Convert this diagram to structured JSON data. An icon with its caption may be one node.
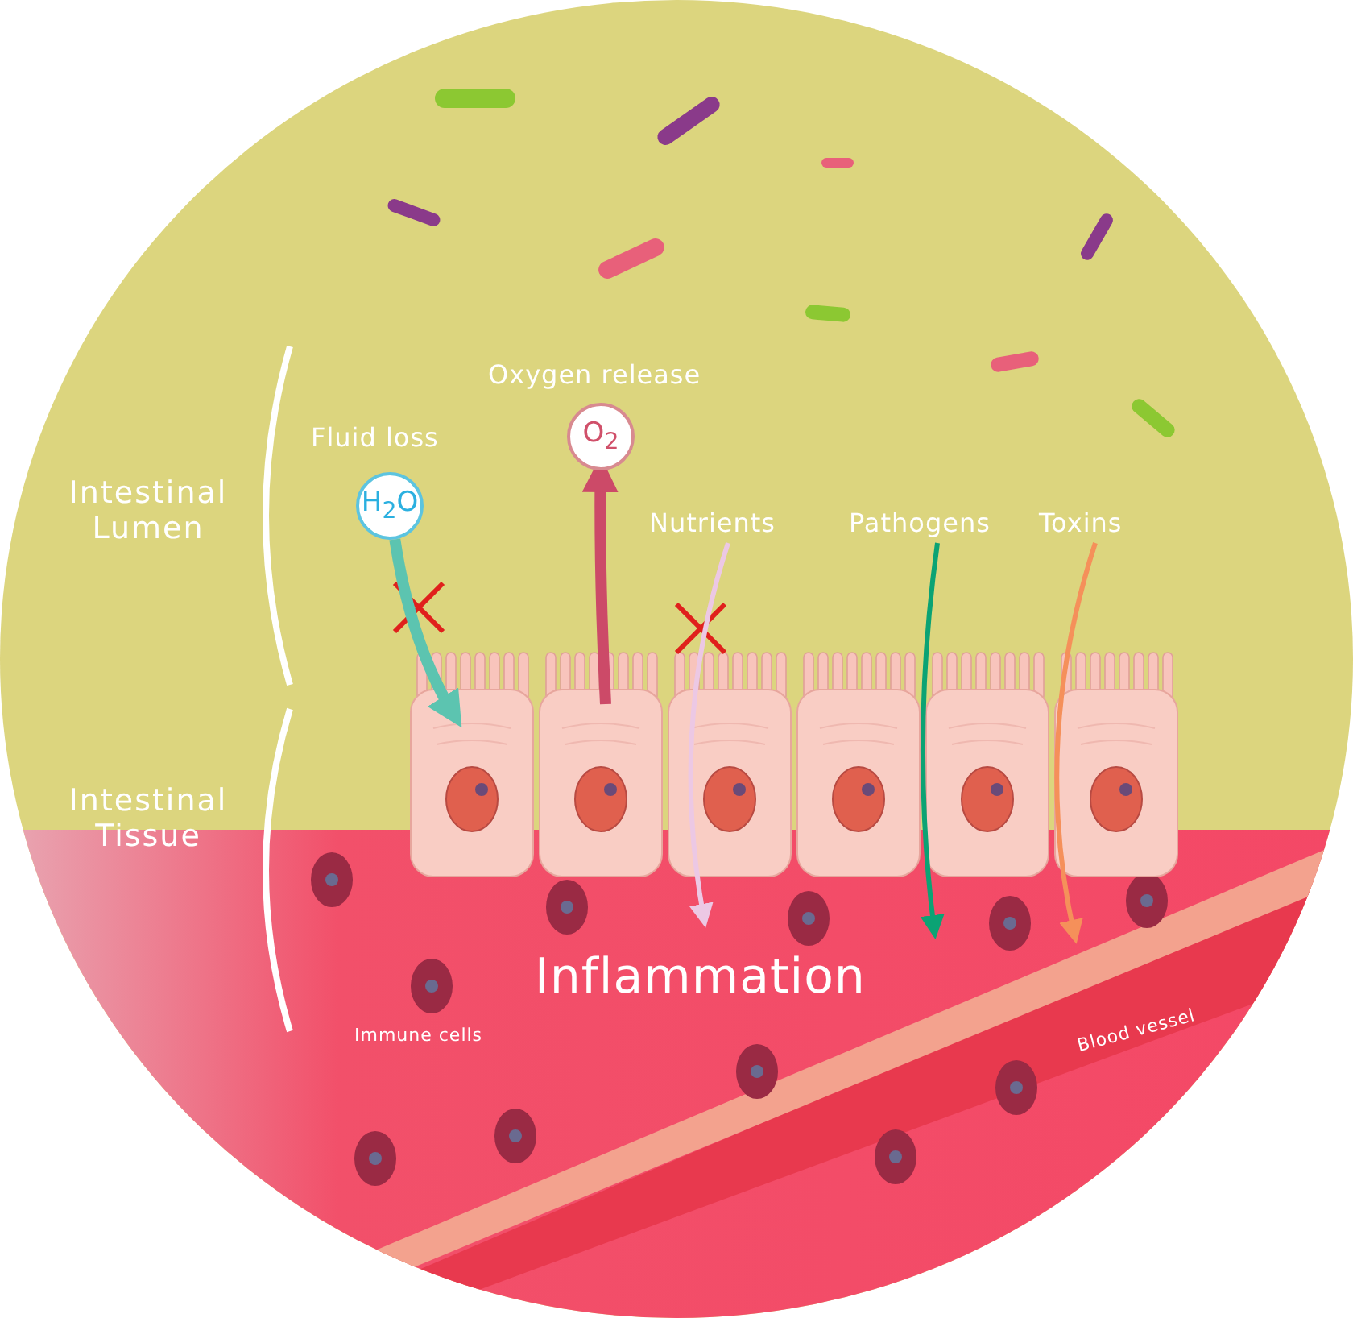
{
  "diagram": {
    "nodes": [
      {
        "text": [
          "H$_{2}$O"
        ],
        "beside": [
          "Fluid loss"
        ]
      },
      {
        "text": [
          "O$_{2}$"
        ],
        "beside": [
          "Oxygen release"
        ]
      },
      {
        "text": [
          "Nutrients"
        ]
      },
      {
        "text": [
          "Pathogens"
        ]
      },
      {
        "text": [
          "Toxins"
        ]
      }
    ],
    "edges": [
      {
        "from": 0,
        "to": null,
        "arrow": "to",
        "style": "thick",
        "color": "#5cc4b0"
      },
      {
        "from": null,
        "to": 1,
        "arrow": "to",
        "style": "thick",
        "color": "#cc4a68"
      },
      {
        "from": 2,
        "to": null,
        "arrow": "to",
        "color": "#ecc8e4"
      },
      {
        "from": 3,
        "to": null,
        "arrow": "to",
        "color": "#0ba374"
      },
      {
        "from": 4,
        "to": null,
        "arrow": "to",
        "color": "#f5905a"
      }
    ],
    "labels": [
      "Intestinal Lumen",
      "Intestinal Tissue",
      "Inflammation",
      "Immune cells",
      "Blood vessel"
    ]
  }
}
